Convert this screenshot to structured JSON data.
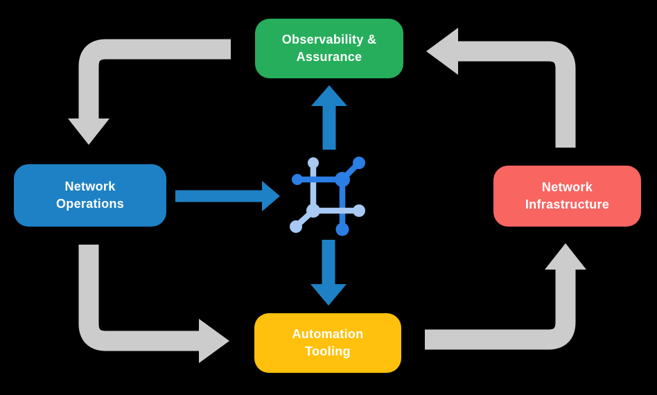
{
  "diagram": {
    "background_color": "#000000",
    "nodes": {
      "observability": {
        "label": "Observability &\nAssurance",
        "color": "#26AE5C"
      },
      "operations": {
        "label": "Network\nOperations",
        "color": "#1E81C5"
      },
      "infrastructure": {
        "label": "Network\nInfrastructure",
        "color": "#F96561"
      },
      "automation": {
        "label": "Automation\nTooling",
        "color": "#FFC10D"
      }
    },
    "center_icon": "network-fabric-icon",
    "colors": {
      "cycle_arrow": "#CCCCCC",
      "flow_arrow": "#1E81C5",
      "icon_dark_blue": "#2B7EE4",
      "icon_light_blue": "#A8C9F4",
      "label_text": "#FFFFFF"
    },
    "cycle_flows": [
      "Observability & Assurance -> Network Operations",
      "Network Operations -> Automation Tooling",
      "Automation Tooling -> Network Infrastructure",
      "Network Infrastructure -> Observability & Assurance"
    ],
    "center_flows": [
      "Network Operations -> center icon",
      "center icon -> Observability & Assurance",
      "center icon -> Automation Tooling"
    ]
  }
}
